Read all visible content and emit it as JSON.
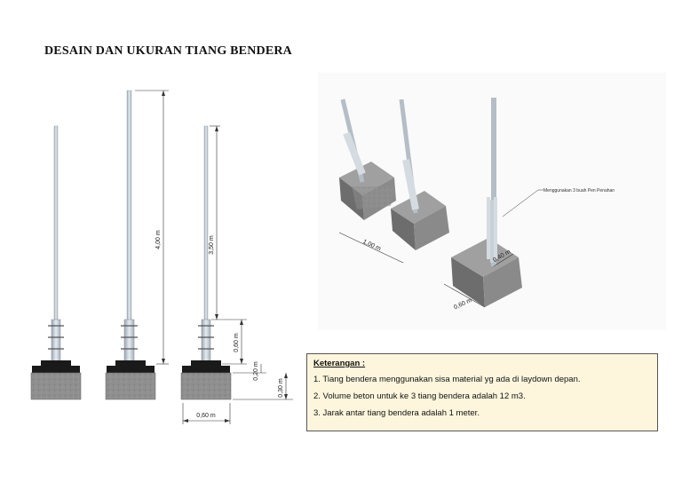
{
  "title": "DESAIN DAN UKURAN TIANG BENDERA",
  "dimensions": {
    "height_tall": "4,00 m",
    "height_mid": "3,50 m",
    "pipe_embed": "0,60 m",
    "base_top": "0,20 m",
    "base_bottom": "0,30 m",
    "base_width": "0,60 m",
    "spacing_3d": "1,00 m",
    "base_top_3d": "0,40 m",
    "base_width_3d": "0,60 m"
  },
  "callout": "Menggunakan 3 buah Pen Penahan",
  "notes": {
    "heading": "Keterangan :",
    "items": [
      "1. Tiang bendera menggunakan sisa material yg ada di laydown depan.",
      "2. Volume beton untuk ke 3 tiang bendera adalah 12 m3.",
      "3. Jarak antar tiang bendera adalah 1 meter."
    ]
  },
  "colors": {
    "pole": "#c9d3dc",
    "concrete": "#8c8c8c",
    "notes_bg": "#fdf6dd"
  }
}
